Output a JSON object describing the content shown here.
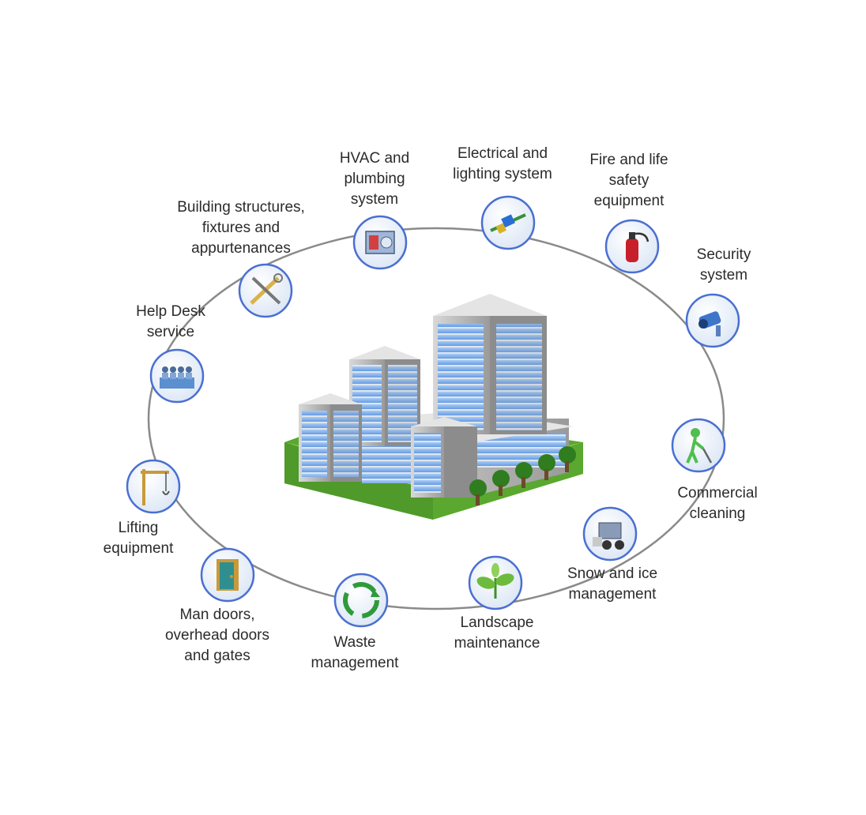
{
  "services": [
    {
      "id": "hvac",
      "label": "HVAC and\nplumbing\nsystem",
      "icon": "hvac-unit-icon"
    },
    {
      "id": "electrical",
      "label": "Electrical and\nlighting system",
      "icon": "electrical-plug-icon"
    },
    {
      "id": "fire",
      "label": "Fire and life\nsafety\nequipment",
      "icon": "fire-extinguisher-icon"
    },
    {
      "id": "security",
      "label": "Security\nsystem",
      "icon": "security-camera-icon"
    },
    {
      "id": "cleaning",
      "label": "Commercial\ncleaning",
      "icon": "cleaner-person-icon"
    },
    {
      "id": "snow",
      "label": "Snow and ice\nmanagement",
      "icon": "snow-plow-truck-icon"
    },
    {
      "id": "landscape",
      "label": "Landscape\nmaintenance",
      "icon": "plant-sprout-icon"
    },
    {
      "id": "waste",
      "label": "Waste\nmanagement",
      "icon": "recycle-icon"
    },
    {
      "id": "doors",
      "label": "Man doors,\noverhead doors\nand gates",
      "icon": "door-icon"
    },
    {
      "id": "lifting",
      "label": "Lifting\nequipment",
      "icon": "crane-icon"
    },
    {
      "id": "helpdesk",
      "label": "Help Desk\nservice",
      "icon": "help-desk-team-icon"
    },
    {
      "id": "building",
      "label": "Building structures,\nfixtures and\nappurtenances",
      "icon": "tools-icon"
    }
  ],
  "center_image": "office-buildings-illustration",
  "colors": {
    "ring": "#8a8a8a",
    "circle_fill": "#eef4fb",
    "circle_stroke": "#4a6fd1",
    "glass": "#6fa4e8",
    "grass": "#6cbf3a"
  }
}
